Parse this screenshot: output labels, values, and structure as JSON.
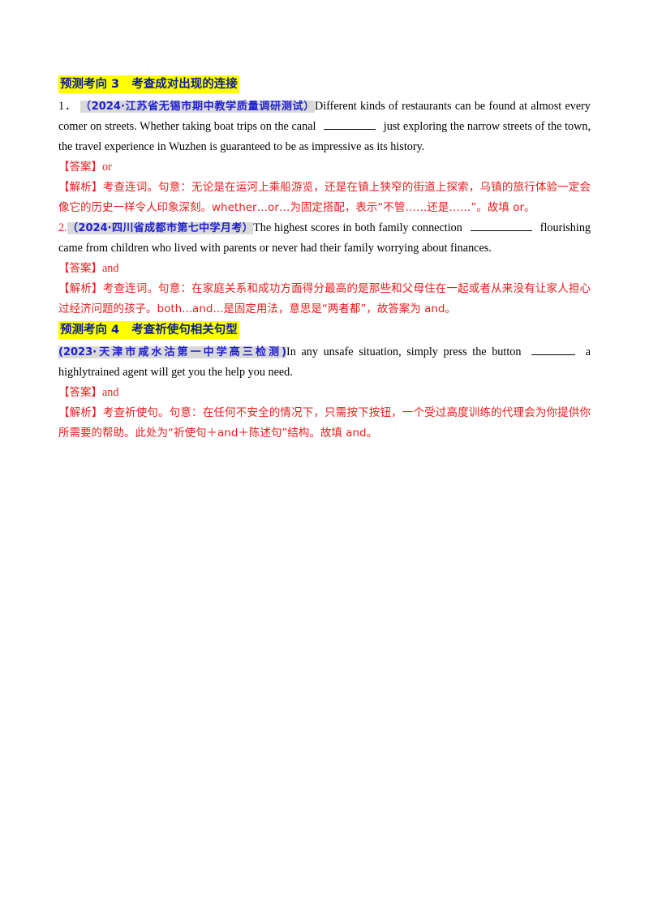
{
  "sections": [
    {
      "heading": "预测考向 3   考查成对出现的连接",
      "questions": [
        {
          "number": "1．",
          "source": "（2024·江苏省无锡市期中教学质量调研测试）",
          "text_before": "Different kinds of restaurants can be found at almost every comer on streets. Whether taking boat trips on the canal",
          "text_after": "just exploring the narrow streets of the town, the travel experience in Wuzhen is guaranteed to be as impressive as its history.",
          "answer_label": "【答案】",
          "answer": "or",
          "analysis_label": "【解析】",
          "analysis": "考查连词。句意：无论是在运河上乘船游览，还是在镇上狭窄的街道上探索，乌镇的旅行体验一定会像它的历史一样令人印象深刻。whether…or…为固定搭配，表示“不管……还是……”。故填 or。"
        },
        {
          "number": "2.",
          "source": "（2024·四川省成都市第七中学月考）",
          "text_before": "The highest scores in both family connection",
          "text_after": "flourishing came from children who lived with parents or never had their family worrying about finances.",
          "answer_label": "【答案】",
          "answer": "and",
          "analysis_label": "【解析】",
          "analysis": "考查连词。句意：在家庭关系和成功方面得分最高的是那些和父母住在一起或者从来没有让家人担心过经济问题的孩子。both...and...是固定用法，意思是“两者都”，故答案为 and。"
        }
      ]
    },
    {
      "heading": "预测考向 4   考查祈使句相关句型",
      "questions": [
        {
          "number": "",
          "source": "(2023·天津市咸水沽第一中学高三检测)",
          "text_before": "In any unsafe situation, simply press the button",
          "text_after": "a highlytrained agent will get you the help you need.",
          "answer_label": "【答案】",
          "answer": "and",
          "analysis_label": "【解析】",
          "analysis": "考查祈使句。句意：在任何不安全的情况下，只需按下按钮，一个受过高度训练的代理会为你提供你所需要的帮助。此处为“祈使句＋and＋陈述句”结构。故填 and。"
        }
      ]
    }
  ]
}
